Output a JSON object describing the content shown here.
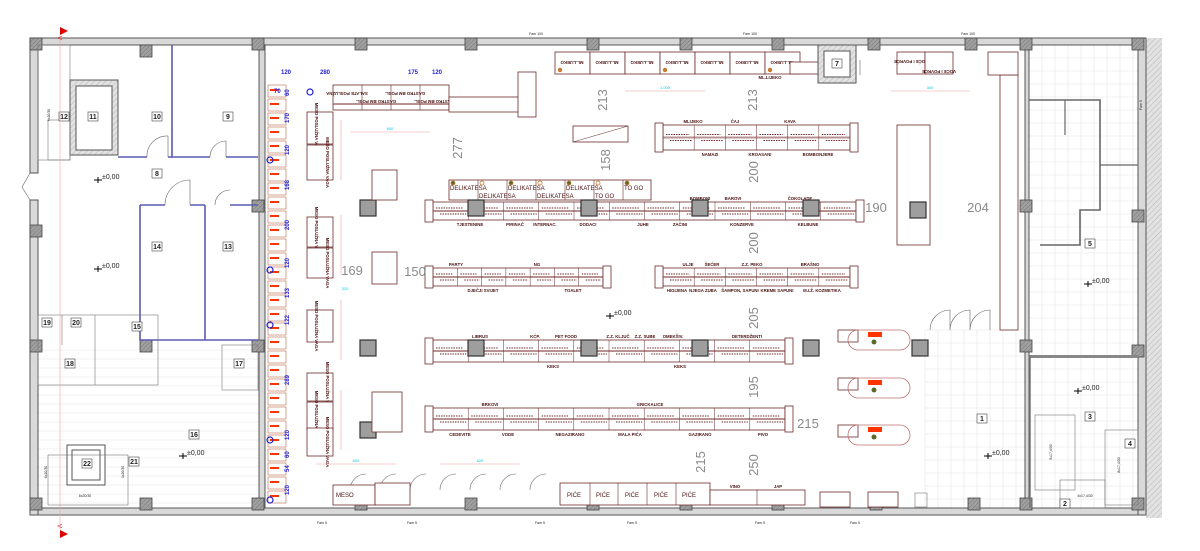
{
  "section_marker": "A",
  "level": "±0,00",
  "rooms": [
    "1",
    "2",
    "3",
    "4",
    "5",
    "7",
    "8",
    "9",
    "10",
    "11",
    "12",
    "13",
    "14",
    "15",
    "16",
    "17",
    "18",
    "19",
    "20",
    "21",
    "22"
  ],
  "stairs": [
    "5x17,4/30",
    "8x17,4/30",
    "4x17,4/30",
    "9x20/30",
    "6x20/30",
    "4x20/30",
    "6x20/30"
  ],
  "dimensions": [
    "277",
    "158",
    "213",
    "213",
    "200",
    "200",
    "190",
    "204",
    "169",
    "150",
    "205",
    "195",
    "215",
    "215",
    "250"
  ],
  "blue_dims": [
    "120",
    "280",
    "175",
    "120",
    "70",
    "60",
    "170",
    "120",
    "168",
    "200",
    "120",
    "133",
    "122",
    "289",
    "120",
    "60",
    "54",
    "120"
  ],
  "facade_labels": [
    "Fam 100",
    "Fam 100",
    "Fam 100",
    "Fam 5",
    "Fam 5",
    "Fam 5",
    "Fam 5",
    "Fam 5",
    "Fam 5",
    "Fam 5"
  ],
  "deli_counter": [
    "DELIKATESA",
    "DELIKATESA",
    "DELIKATESA",
    "DELIKATESA",
    "DELIKATESA",
    "TO GO",
    "TO GO"
  ],
  "gondolas": {
    "g1": {
      "top": [
        "MLIJEKO",
        "ČAJ",
        "KAVA"
      ],
      "bottom": [
        "NAMAZI",
        "KROASANI",
        "BOMBONJERE"
      ]
    },
    "g2": {
      "top": [
        "BOMBONI",
        "BAROVI",
        "ČOKOLADE"
      ],
      "bottom": [
        "TJESTENINE",
        "PIRINAČ",
        "INTERNAC.",
        "DODACI",
        "JUHE",
        "ZAČINI",
        "KONZERVE",
        "KELBUNE"
      ]
    },
    "g3": {
      "top": [
        "PARTY",
        "NG"
      ],
      "bottom": [
        "DJEČJI SVIJET",
        "TOALET"
      ]
    },
    "g4": {
      "top": [
        "ULJE",
        "ŠEĆER",
        "Z.Z. PEKO",
        "BRAŠNO"
      ],
      "bottom": [
        "HIGIJENA",
        "NJEGA ZUBA",
        "ŠAMPON, SAPUNI",
        "KREME SAPUNI",
        "M.I.Ž. KOZMETIKA"
      ]
    },
    "g5": {
      "top": [
        "LIBRUS",
        "KĆP.",
        "PET FOOD",
        "Z.Z. KLJUČ",
        "Z.Z. SUBE",
        "OMEKŠIV.",
        "DETERDŽENTI"
      ],
      "bottom": [
        "KEKS",
        "KEKS"
      ]
    },
    "g6": {
      "top": [
        "BRKOVI",
        "GRICKALICE"
      ],
      "bottom": [
        "CEDEVITE",
        "VODE",
        "NEGAZIRANO",
        "MALA PIĆA",
        "GAZIRANO",
        "PIVO"
      ]
    }
  },
  "service_counters": [
    "GASTRO BM POSL.",
    "GASTRO BM POSL.",
    "GASTRO BM POSL.",
    "SALATE POSLUŽNA"
  ],
  "meat_counters": [
    "MESO POSLUŽNA VAGA",
    "MESO POSLUŽNA VAGA",
    "MESO POSLUŽNA VAGA",
    "MESO POSLUŽNA VAGA",
    "MESO POSLUŽNA VAGA",
    "MESO POSLUŽNA VAGA",
    "MESO POSLUŽNA VAGA",
    "MESO POSLUŽNA VAGA"
  ],
  "produce_fridges": [
    "VOĆE I POVRĆE",
    "VOĆE I POVRĆE"
  ],
  "milk_label": "ML.LIJEKO",
  "bottom_fixtures": {
    "meso": "MESO",
    "pice": [
      "PIĆE",
      "PIĆE",
      "PIĆE",
      "PIĆE",
      "PIĆE"
    ],
    "vino": "VINO",
    "jap": "JAP"
  },
  "cyan_dims": [
    "1.000",
    "300",
    "600",
    "600",
    "620",
    "320"
  ],
  "colors": {
    "wall": "#d9d9d9",
    "room_outline": "#5a5ab4",
    "fixture": "#6b2a2a",
    "equipment": "#ff3300",
    "dimension": "#2222dd"
  }
}
